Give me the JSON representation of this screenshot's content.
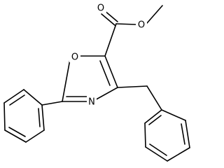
{
  "atoms": {
    "ring_oxygen": "O",
    "ring_nitrogen": "N",
    "carbonyl_oxygen": "O",
    "ester_oxygen": "O"
  }
}
